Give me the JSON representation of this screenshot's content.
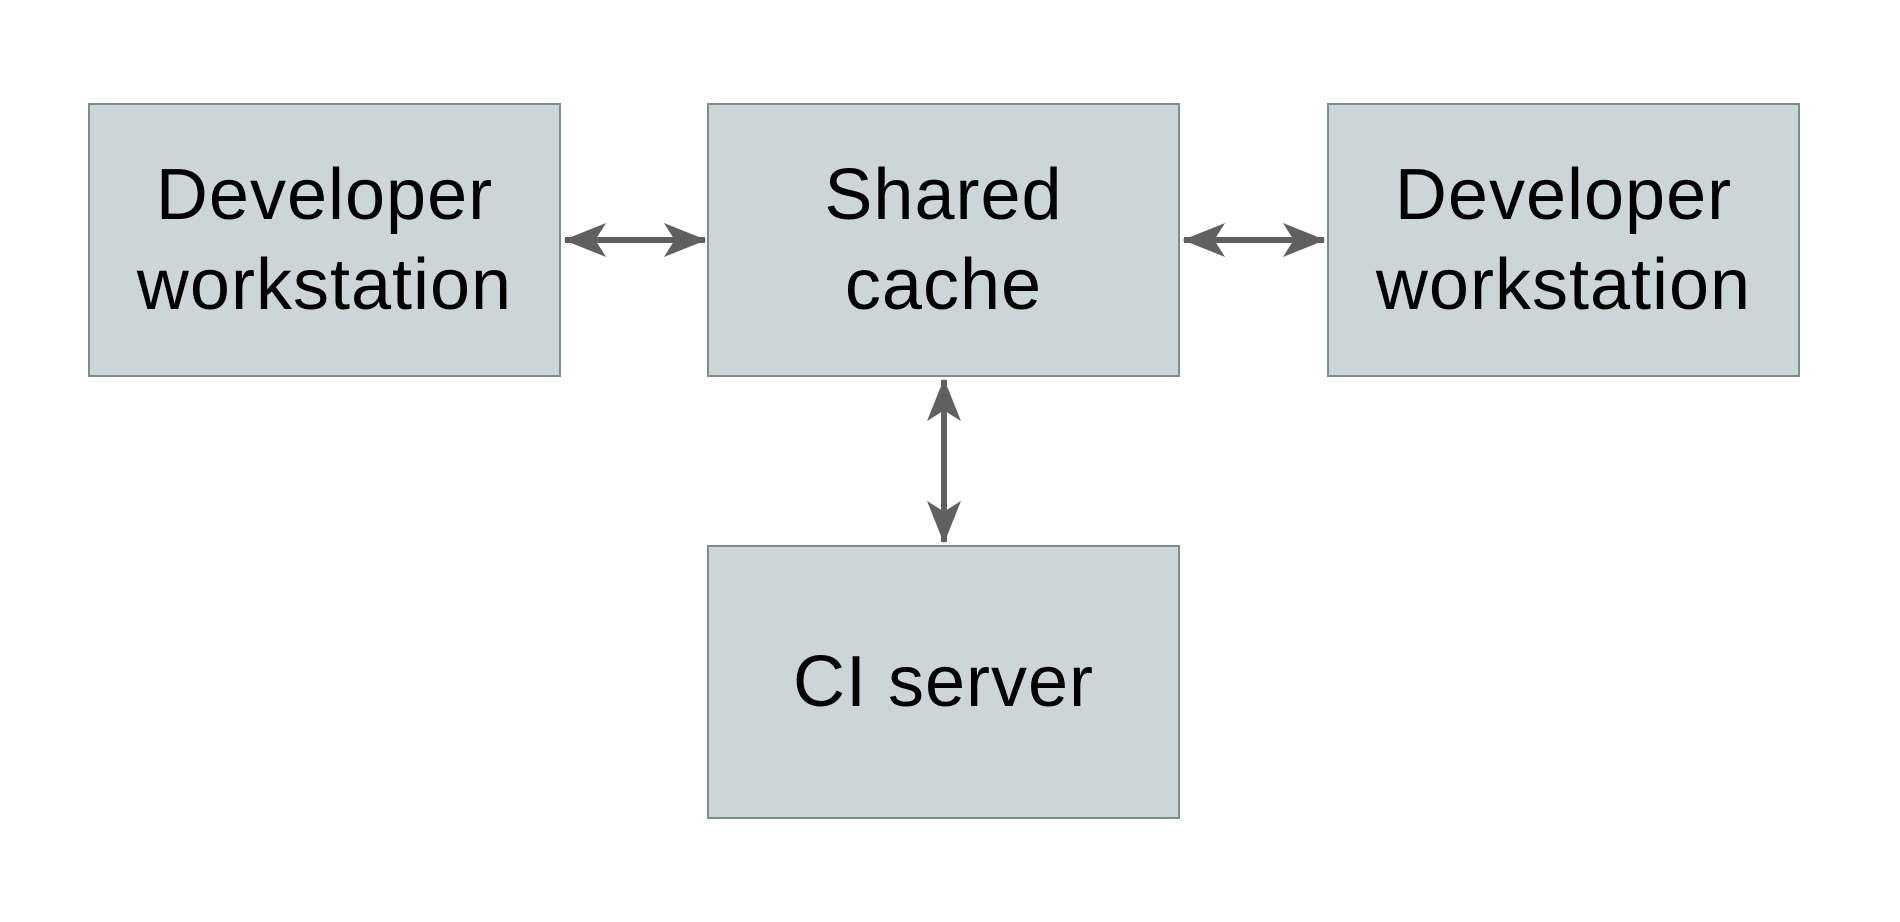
{
  "diagram": {
    "type": "architecture-diagram",
    "background": "#ffffff",
    "nodes": {
      "left": {
        "name": "Developer workstation",
        "line1": "Developer",
        "line2": "workstation"
      },
      "center": {
        "name": "Shared cache",
        "line1": "Shared",
        "line2": "cache"
      },
      "right": {
        "name": "Developer workstation",
        "line1": "Developer",
        "line2": "workstation"
      },
      "bottom": {
        "name": "CI server",
        "line1": "CI server"
      }
    },
    "edges": [
      {
        "from": "Developer workstation (left)",
        "to": "Shared cache",
        "direction": "bidirectional"
      },
      {
        "from": "Shared cache",
        "to": "Developer workstation (right)",
        "direction": "bidirectional"
      },
      {
        "from": "Shared cache",
        "to": "CI server",
        "direction": "bidirectional"
      }
    ],
    "colors": {
      "node_fill": "#ccd5d8",
      "node_border": "#7b8e96",
      "arrow": "#606060",
      "text": "#000000",
      "canvas_bg": "#ffffff"
    }
  }
}
